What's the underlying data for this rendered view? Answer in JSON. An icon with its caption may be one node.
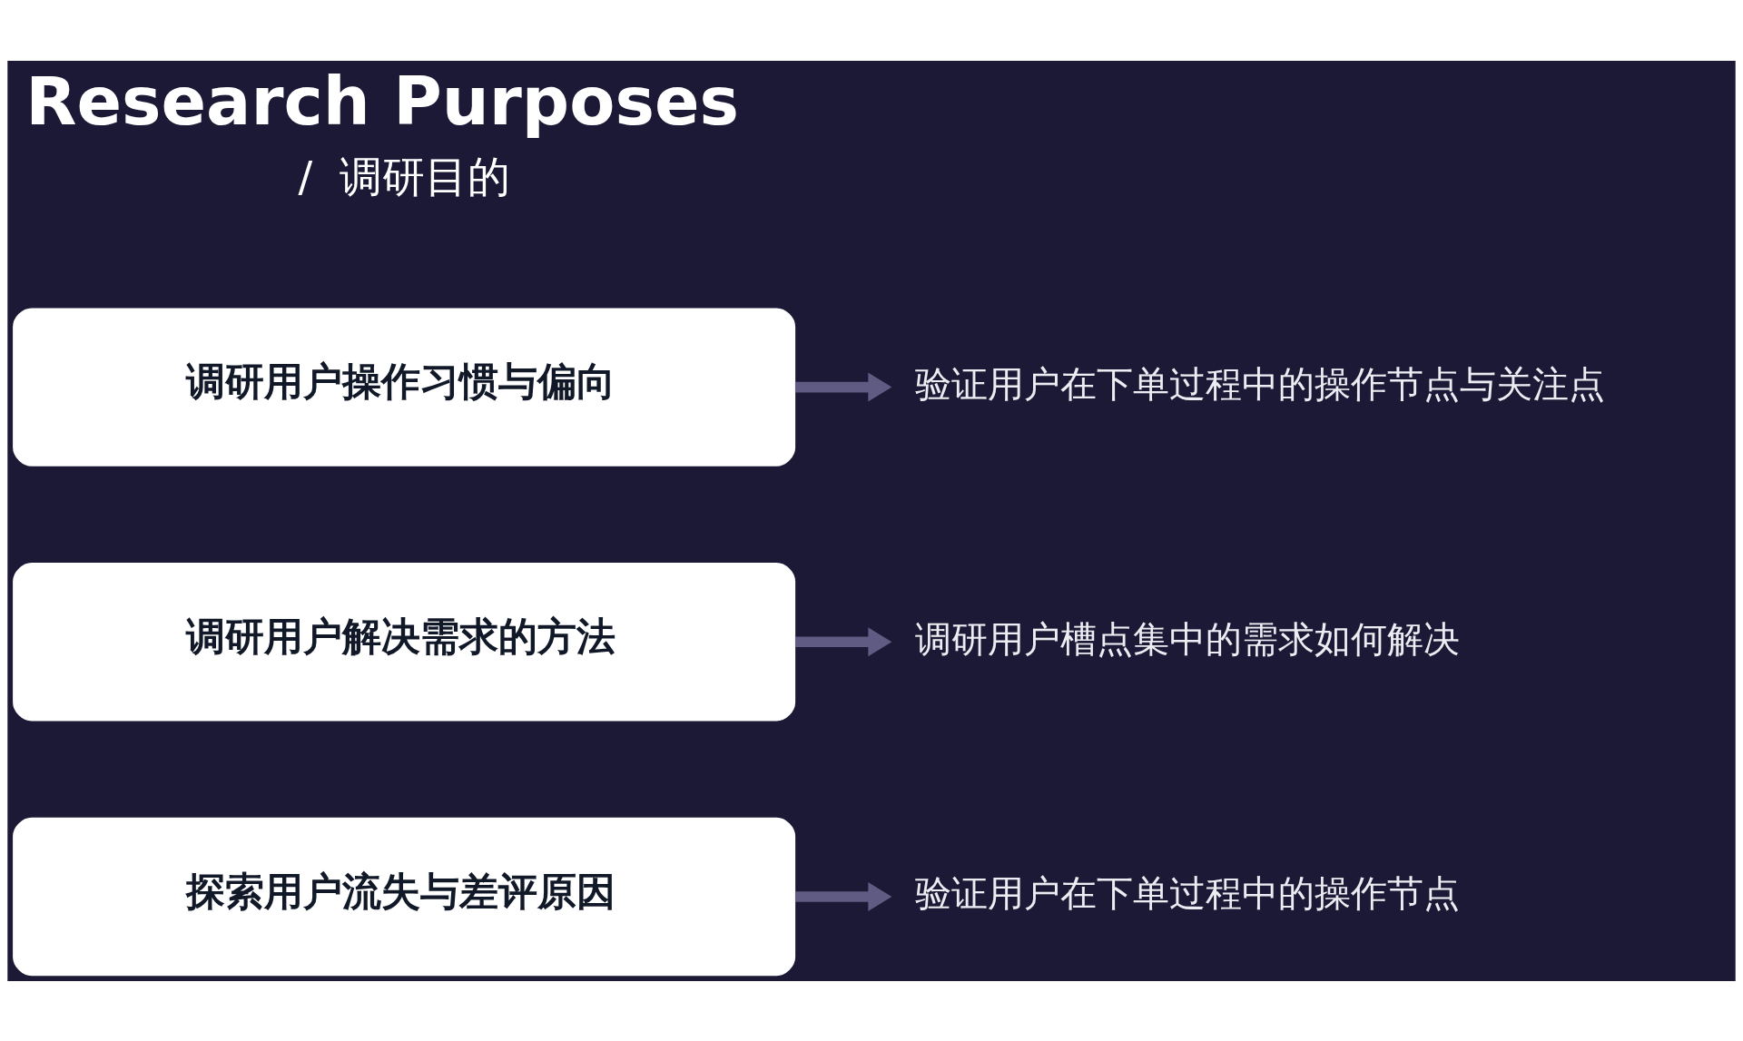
{
  "diagram": {
    "title": "Research Purposes",
    "nodes": [
      {
        "text": [
          "调研用户操作习惯与偏向"
        ]
      },
      {
        "text": [
          "验证用户在下单过程中的操作节点与关注点"
        ]
      },
      {
        "text": [
          "调研用户解决需求的方法"
        ]
      },
      {
        "text": [
          "调研用户槽点集中的需求如何解决"
        ]
      },
      {
        "text": [
          "探索用户流失与差评原因"
        ]
      },
      {
        "text": [
          "验证用户在下单过程中的操作节点"
        ]
      }
    ],
    "edges": [
      {
        "from": 0,
        "to": 1,
        "arrow": "to"
      },
      {
        "from": 2,
        "to": 3,
        "arrow": "to"
      },
      {
        "from": 4,
        "to": 5,
        "arrow": "to"
      }
    ],
    "labels": [
      "/  调研目的"
    ]
  }
}
